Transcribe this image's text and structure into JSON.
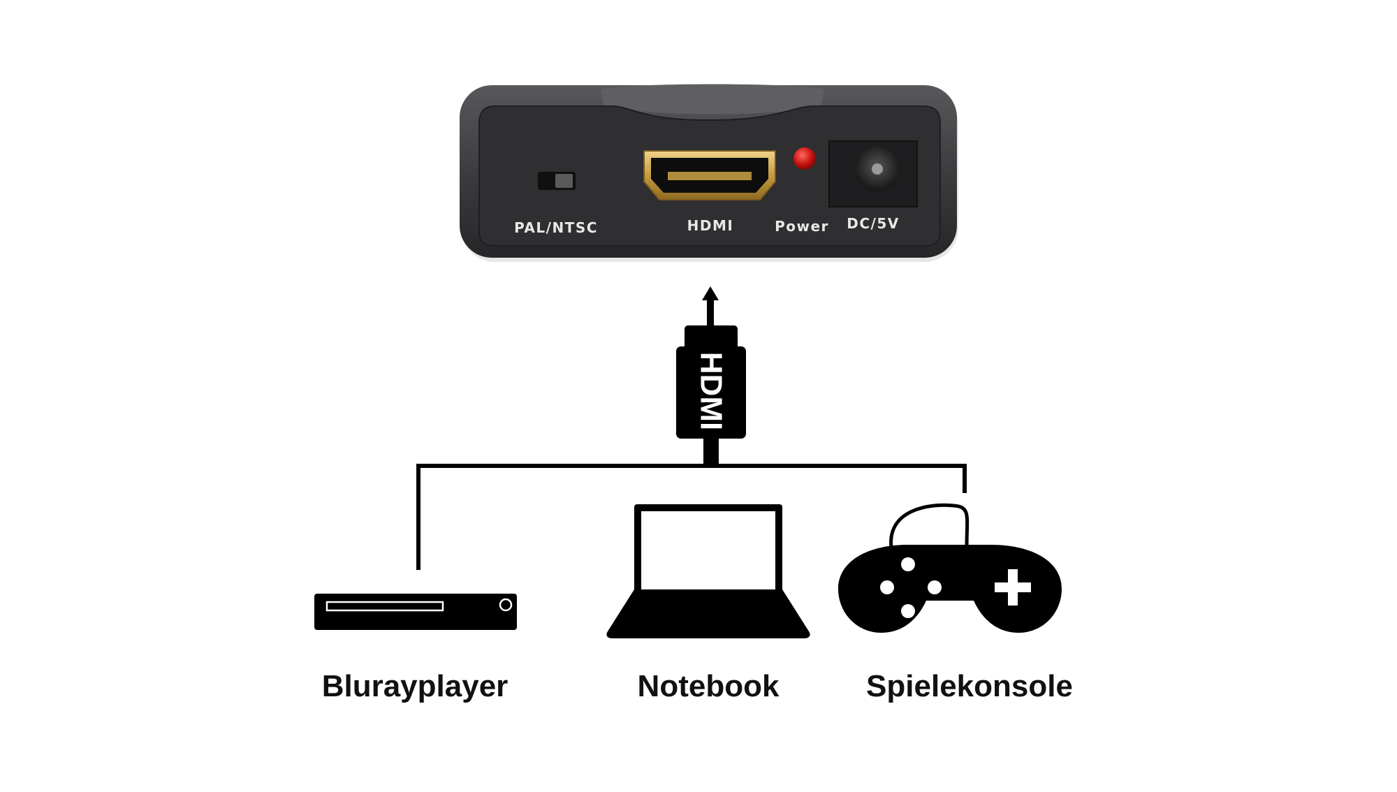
{
  "device": {
    "labels": {
      "switch": "PAL/NTSC",
      "hdmi_port": "HDMI",
      "power": "Power",
      "dc_input": "DC/5V"
    },
    "colors": {
      "body": "#3c3c3e",
      "panel": "#2e2e30",
      "hdmi_gold": "#c9a24a",
      "led": "#d81e1e"
    }
  },
  "cable": {
    "label": "HDMI"
  },
  "sources": [
    {
      "label": "Blurayplayer",
      "icon": "bluray-player-icon"
    },
    {
      "label": "Notebook",
      "icon": "notebook-icon"
    },
    {
      "label": "Spielekonsole",
      "icon": "gamepad-icon"
    }
  ]
}
